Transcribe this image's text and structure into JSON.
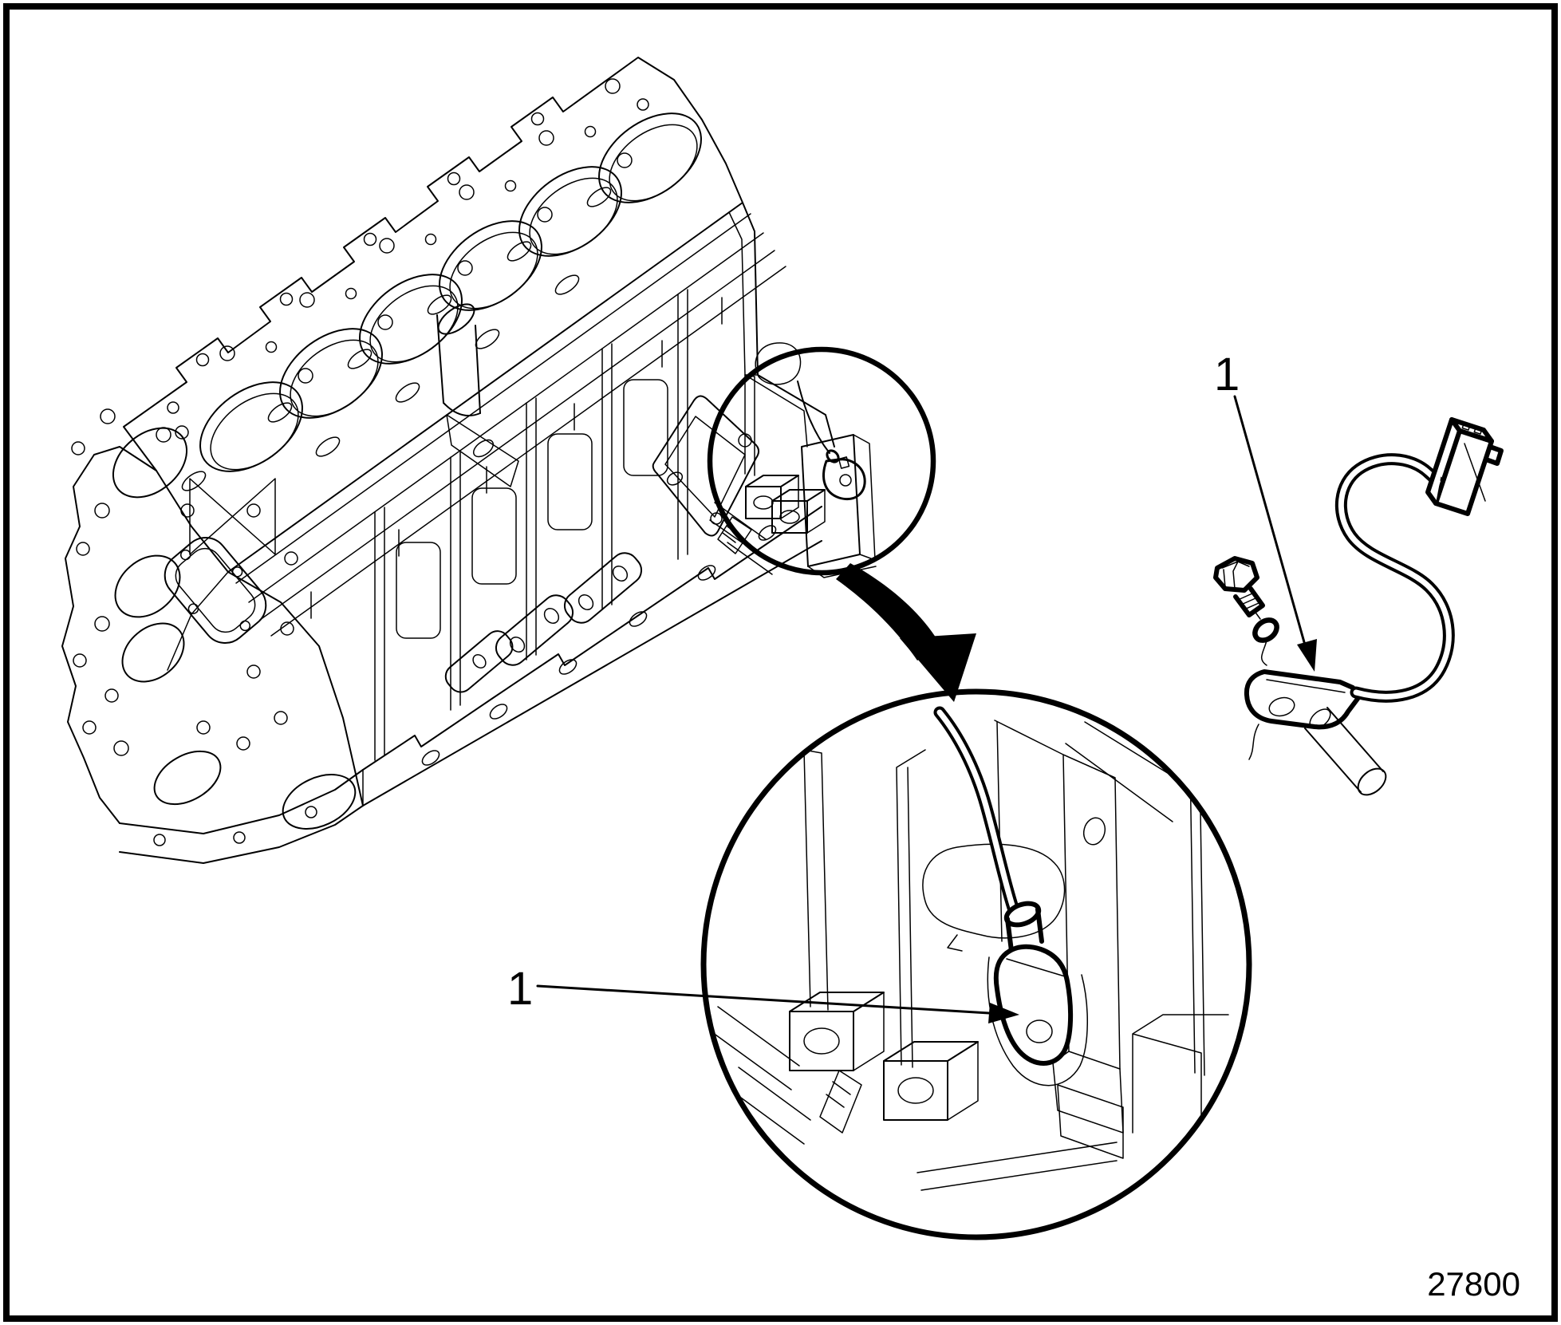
{
  "figure": {
    "background_color": "#ffffff",
    "line_color": "#000000",
    "labels": {
      "detail_callout": "1",
      "part_callout": "1"
    },
    "figure_number": "27800"
  }
}
